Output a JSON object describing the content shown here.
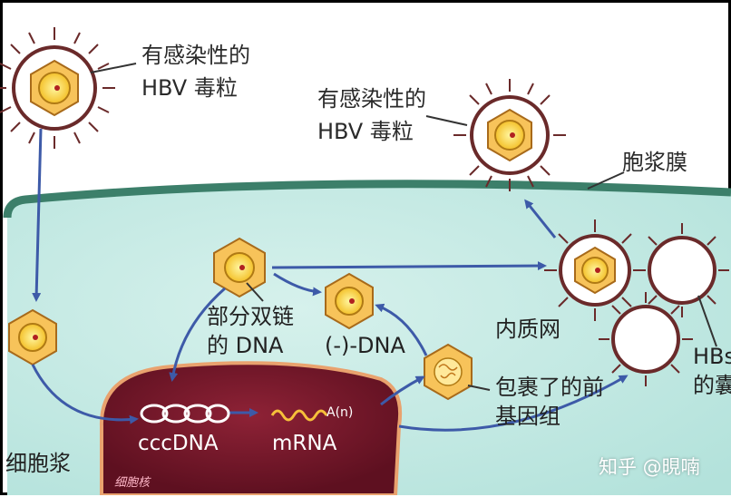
{
  "labels": {
    "virus_top_left_line1": "有感染性的",
    "virus_top_left_line2": "HBV 毒粒",
    "virus_top_right_line1": "有感染性的",
    "virus_top_right_line2": "HBV 毒粒",
    "plasma_membrane": "胞浆膜",
    "partial_dsdna_line1": "部分双链",
    "partial_dsdna_line2": "的 DNA",
    "minus_dna": "(-)-DNA",
    "er": "内质网",
    "pregenome_line1": "包裹了的前",
    "pregenome_line2": "基因组",
    "hbs_line1": "HBs",
    "hbs_line2": "的囊",
    "cccdna": "cccDNA",
    "mrna": "mRNA",
    "polyA": "A(n)",
    "cytoplasm": "细胞浆",
    "nucleus": "细胞核",
    "watermark": "知乎 @晛喃"
  },
  "colors": {
    "cytoplasm": "#c7ebe6",
    "membrane": "#3c7f6a",
    "nucleus": "#7a1a2c",
    "arrow": "#3d5aa8",
    "capsid": "#f7c35a",
    "core": "#ffe76a"
  }
}
